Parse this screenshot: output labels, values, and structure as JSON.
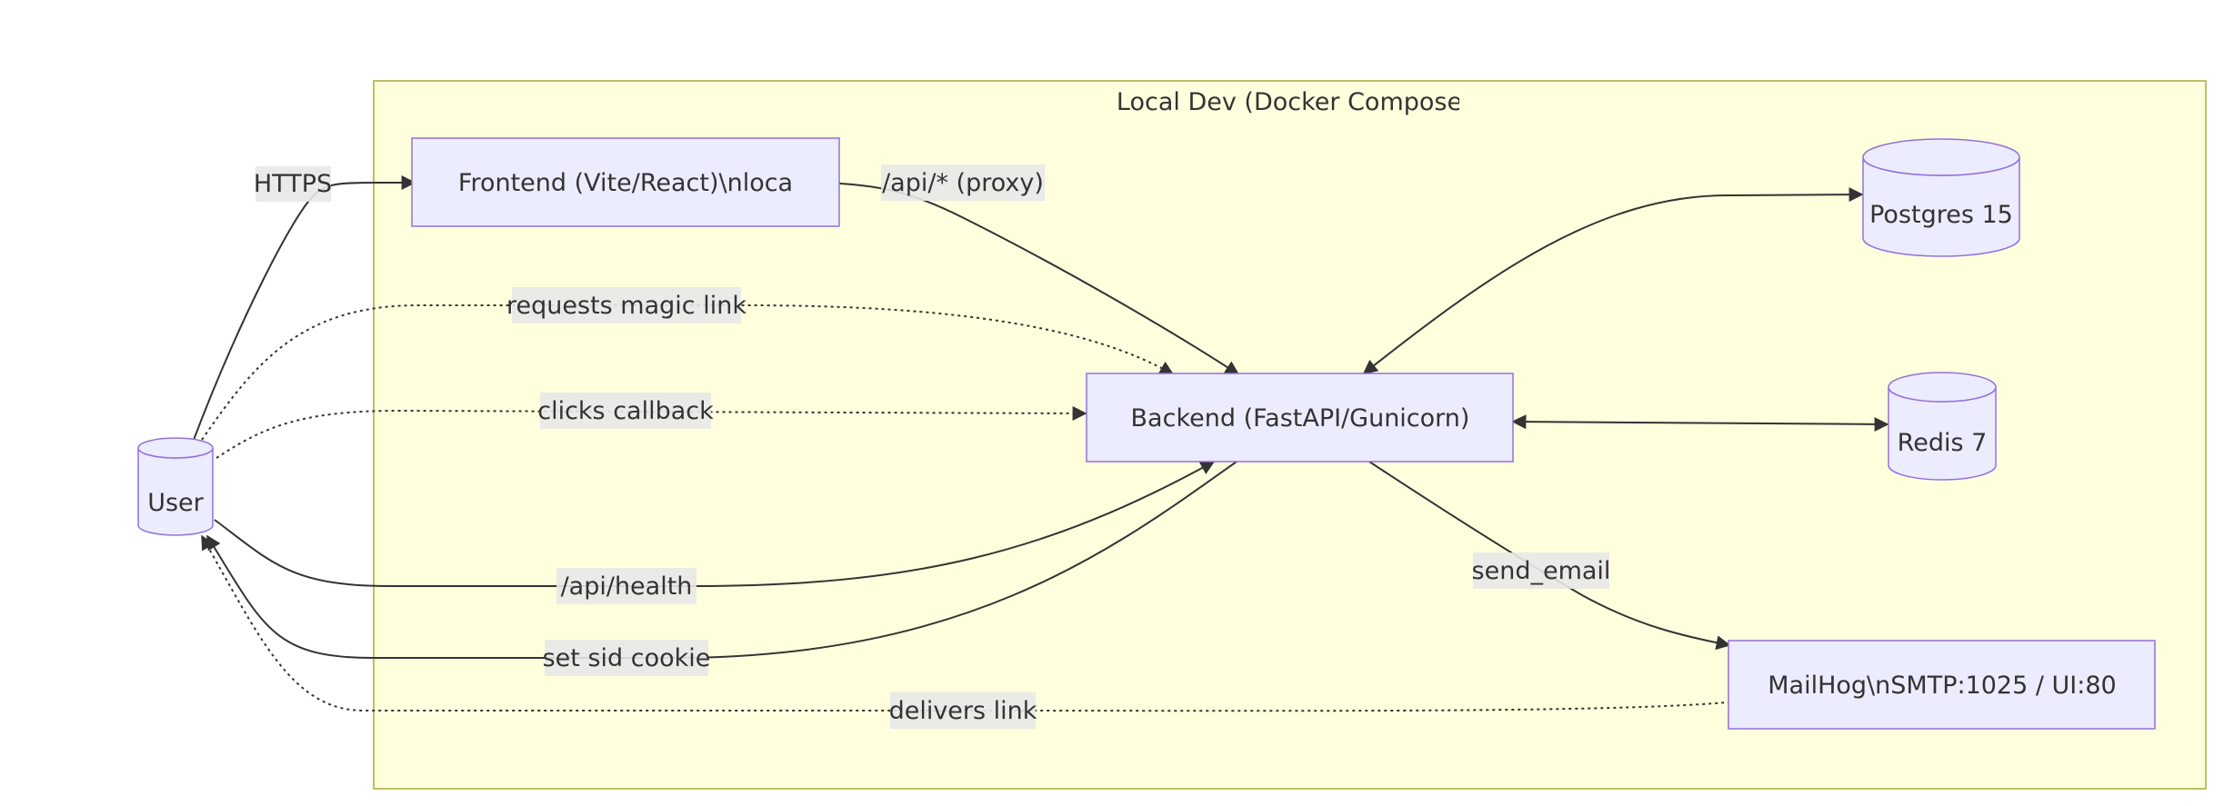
{
  "cluster": {
    "title": "Local Dev (Docker Compose"
  },
  "nodes": {
    "user": "User",
    "frontend": "Frontend (Vite/React)\\nloca",
    "backend": "Backend (FastAPI/Gunicorn)",
    "postgres": "Postgres 15",
    "redis": "Redis 7",
    "mailhog": "MailHog\\nSMTP:1025 / UI:80"
  },
  "edges": {
    "https": "HTTPS",
    "api_proxy": "/api/* (proxy)",
    "requests_magic_link": "requests magic link",
    "clicks_callback": "clicks callback",
    "api_health": "/api/health",
    "set_sid_cookie": "set sid cookie",
    "send_email": "send_email",
    "delivers_link": "delivers link"
  },
  "colors": {
    "cluster_fill": "#ffffde",
    "cluster_stroke": "#aaaa33",
    "node_fill": "#ececff",
    "node_stroke": "#9370db",
    "edge": "#333333",
    "label_bg": "#e8e8e8"
  }
}
